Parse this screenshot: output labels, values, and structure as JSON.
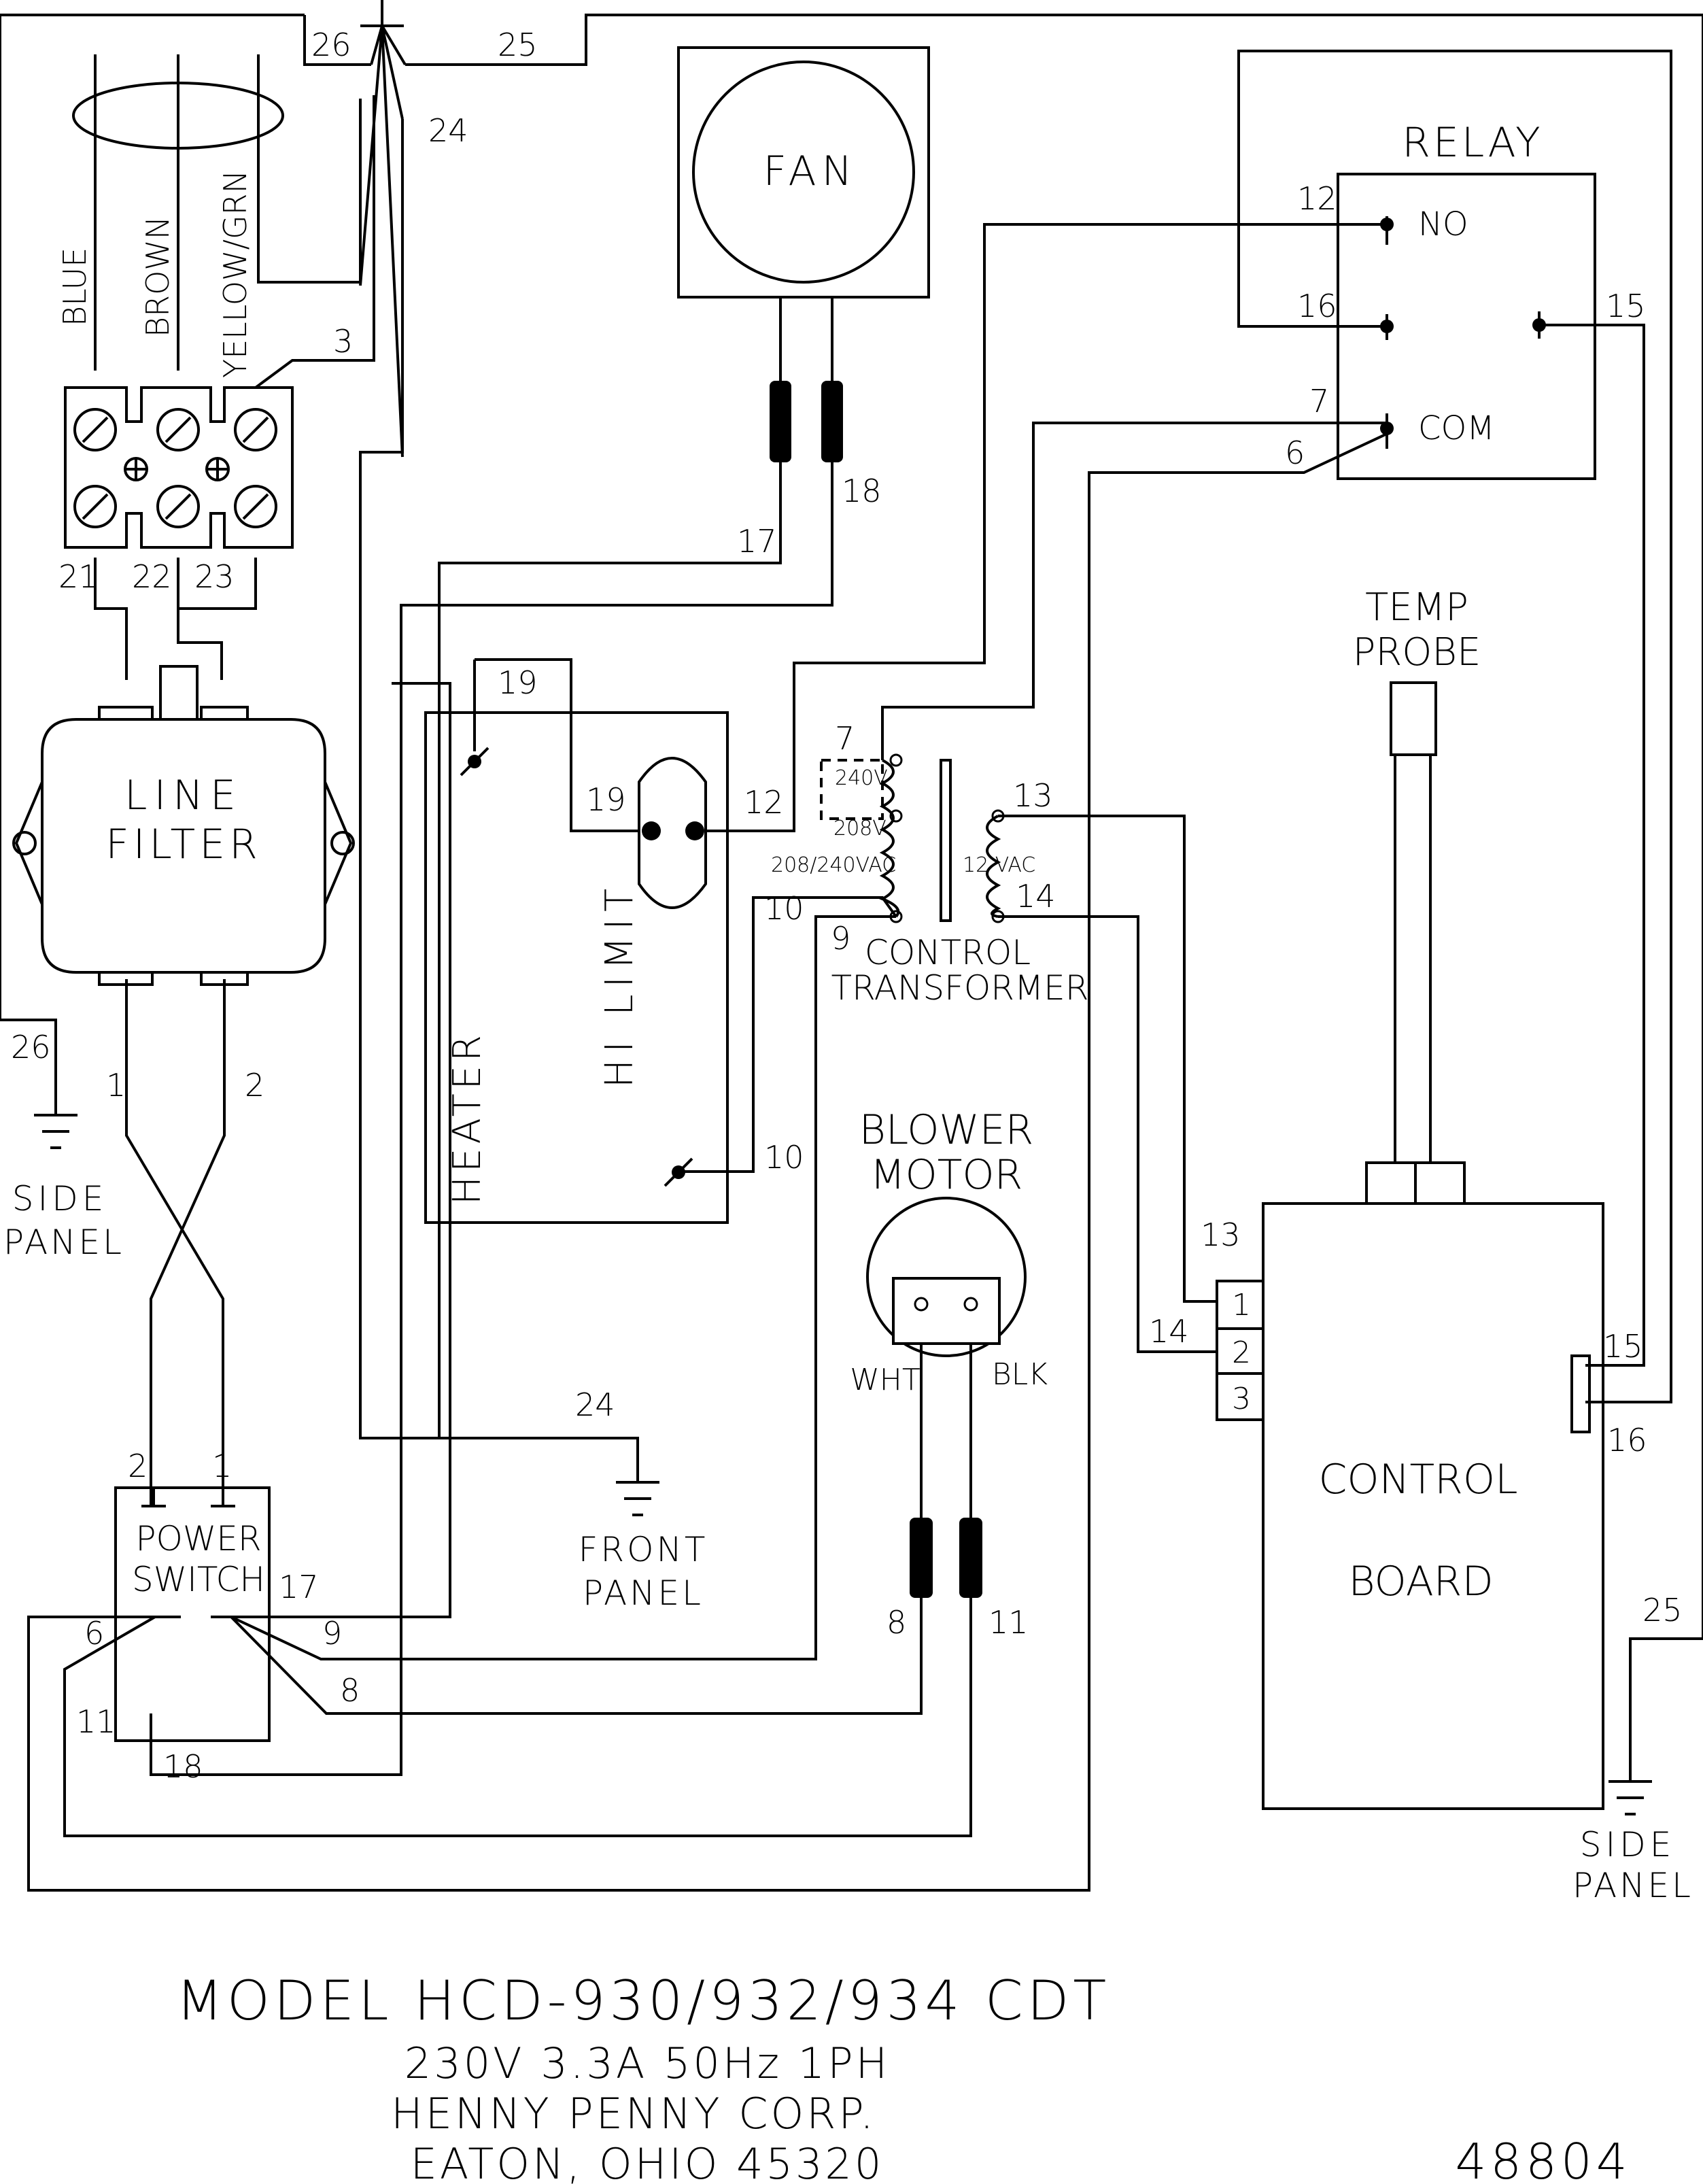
{
  "components": {
    "fan": "FAN",
    "relay": "RELAY",
    "relay_no": "NO",
    "relay_com": "COM",
    "temp_probe_line1": "TEMP",
    "temp_probe_line2": "PROBE",
    "line_filter_line1": "LINE",
    "line_filter_line2": "FILTER",
    "hi_limit": "HI LIMIT",
    "heater": "HEATER",
    "transformer_line1": "CONTROL",
    "transformer_line2": "TRANSFORMER",
    "tap_240v": "240V",
    "tap_208v": "208V",
    "primary_label": "208/240VAC",
    "secondary_label": "12 VAC",
    "blower_line1": "BLOWER",
    "blower_line2": "MOTOR",
    "blower_wht": "WHT",
    "blower_blk": "BLK",
    "control_board_line1": "CONTROL",
    "control_board_line2": "BOARD",
    "power_switch_line1": "POWER",
    "power_switch_line2": "SWITCH",
    "board_pin_1": "1",
    "board_pin_2": "2",
    "board_pin_3": "3"
  },
  "grounds": {
    "side_panel_left_line1": "SIDE",
    "side_panel_left_line2": "PANEL",
    "front_panel_line1": "FRONT",
    "front_panel_line2": "PANEL",
    "side_panel_right_line1": "SIDE",
    "side_panel_right_line2": "PANEL"
  },
  "cord_colors": {
    "blue": "BLUE",
    "brown": "BROWN",
    "yellow_green": "YELLOW/GRN"
  },
  "wires": {
    "w1": "1",
    "w2": "2",
    "w3": "3",
    "w6": "6",
    "w7": "7",
    "w8": "8",
    "w9": "9",
    "w10": "10",
    "w11": "11",
    "w12": "12",
    "w13": "13",
    "w14": "14",
    "w15": "15",
    "w16": "16",
    "w17": "17",
    "w18": "18",
    "w19": "19",
    "w21": "21",
    "w22": "22",
    "w23": "23",
    "w24": "24",
    "w25": "25",
    "w26": "26"
  },
  "title_block": {
    "model": "MODEL HCD-930/932/934 CDT",
    "rating": "230V 3.3A 50Hz 1PH",
    "company": "HENNY PENNY CORP.",
    "address": "EATON, OHIO 45320",
    "drawing_number": "48804"
  }
}
